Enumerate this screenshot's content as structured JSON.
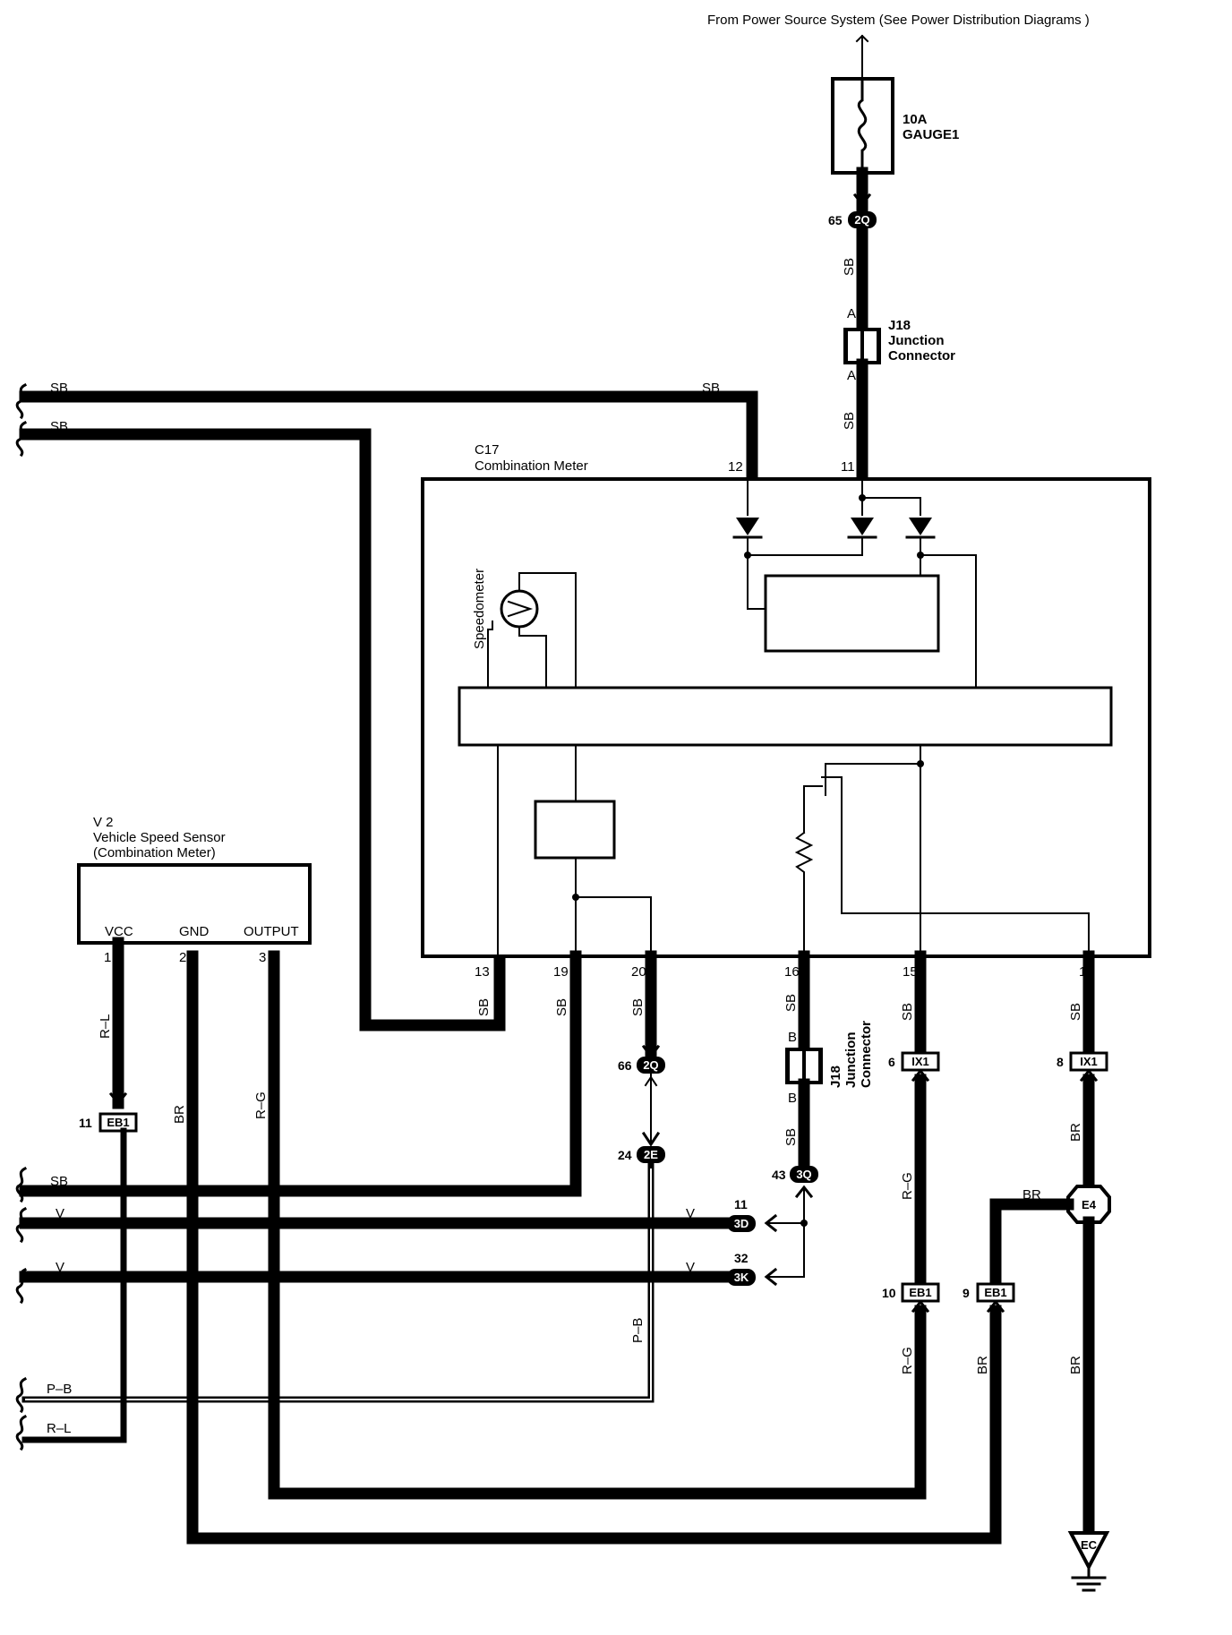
{
  "header": {
    "power_source": "From Power Source System (See Power Distribution Diagrams )"
  },
  "fuse": {
    "rating": "10A",
    "name": "GAUGE1"
  },
  "components": {
    "combination_meter": {
      "ref": "C17",
      "name": "Combination Meter"
    },
    "speed_sensor": {
      "ref": "V 2",
      "name": "Vehicle Speed Sensor",
      "sub": "(Combination Meter)"
    },
    "speedometer": "Speedometer",
    "junction_top": {
      "ref": "J18",
      "line1": "Junction",
      "line2": "Connector"
    },
    "junction_mid": {
      "ref": "J18",
      "line1": "Junction",
      "line2": "Connector"
    }
  },
  "sensor_pins": {
    "vcc": "VCC",
    "gnd": "GND",
    "output": "OUTPUT",
    "n1": "1",
    "n2": "2",
    "n3": "3"
  },
  "meter_pins": {
    "p12": "12",
    "p11": "11",
    "p13": "13",
    "p19": "19",
    "p20": "20",
    "p16": "16",
    "p15": "15",
    "p1": "1"
  },
  "wire_colors": {
    "sb": "SB",
    "v": "V",
    "pb": "P–B",
    "rl": "R–L",
    "br": "BR",
    "rg": "R–G"
  },
  "junction_letters": {
    "a": "A",
    "b": "B"
  },
  "connectors": {
    "c2q_top": {
      "id": "2Q",
      "pin": "65"
    },
    "c2q_mid": {
      "id": "2Q",
      "pin": "66"
    },
    "c2e": {
      "id": "2E",
      "pin": "24"
    },
    "c3q": {
      "id": "3Q",
      "pin": "43"
    },
    "c3d": {
      "id": "3D",
      "pin": "11"
    },
    "c3k": {
      "id": "3K",
      "pin": "32"
    },
    "ix1_a": {
      "id": "IX1",
      "pin": "6"
    },
    "ix1_b": {
      "id": "IX1",
      "pin": "8"
    },
    "eb1_a": {
      "id": "EB1",
      "pin": "11"
    },
    "eb1_b": {
      "id": "EB1",
      "pin": "10"
    },
    "eb1_c": {
      "id": "EB1",
      "pin": "9"
    }
  },
  "ground": {
    "splice": "E4",
    "point": "EC"
  }
}
